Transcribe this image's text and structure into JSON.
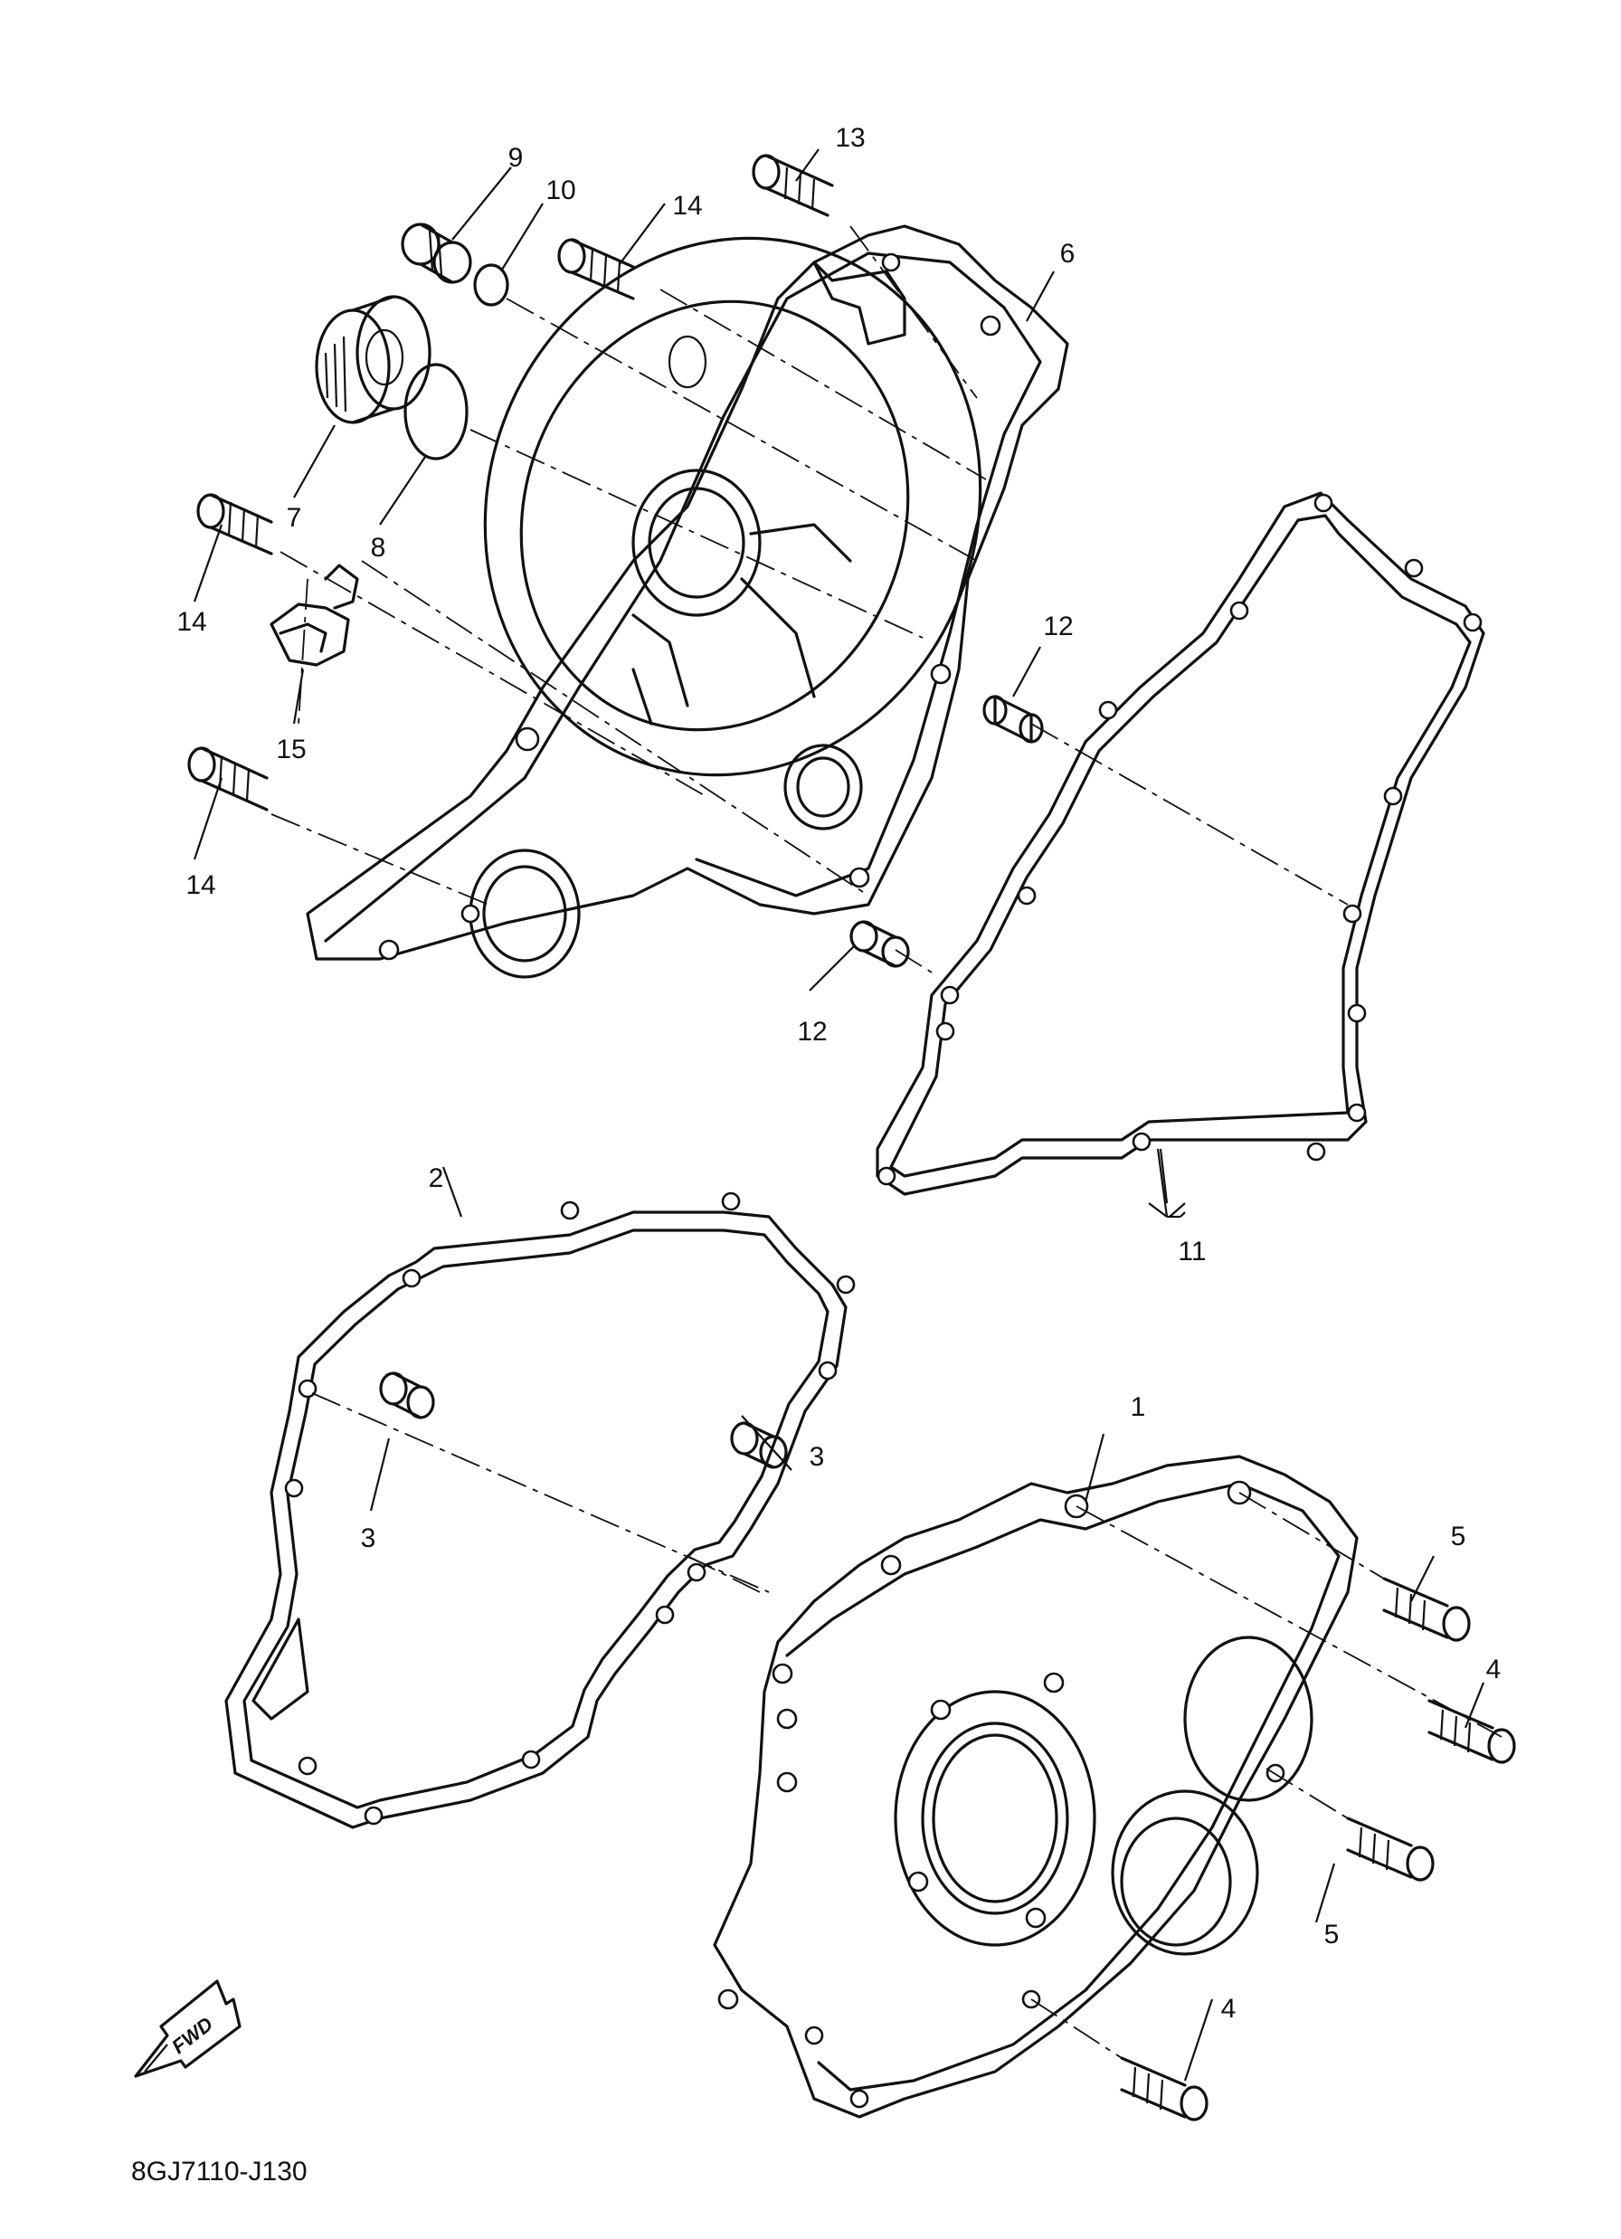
{
  "diagram_code": "8GJ7110-J130",
  "direction_label": "FWD",
  "callouts": {
    "c1": "1",
    "c2": "2",
    "c3a": "3",
    "c3b": "3",
    "c4a": "4",
    "c4b": "4",
    "c5a": "5",
    "c5b": "5",
    "c6": "6",
    "c7": "7",
    "c8": "8",
    "c9": "9",
    "c10": "10",
    "c11": "11",
    "c12a": "12",
    "c12b": "12",
    "c13": "13",
    "c14a": "14",
    "c14b": "14",
    "c14c": "14",
    "c15": "15"
  }
}
